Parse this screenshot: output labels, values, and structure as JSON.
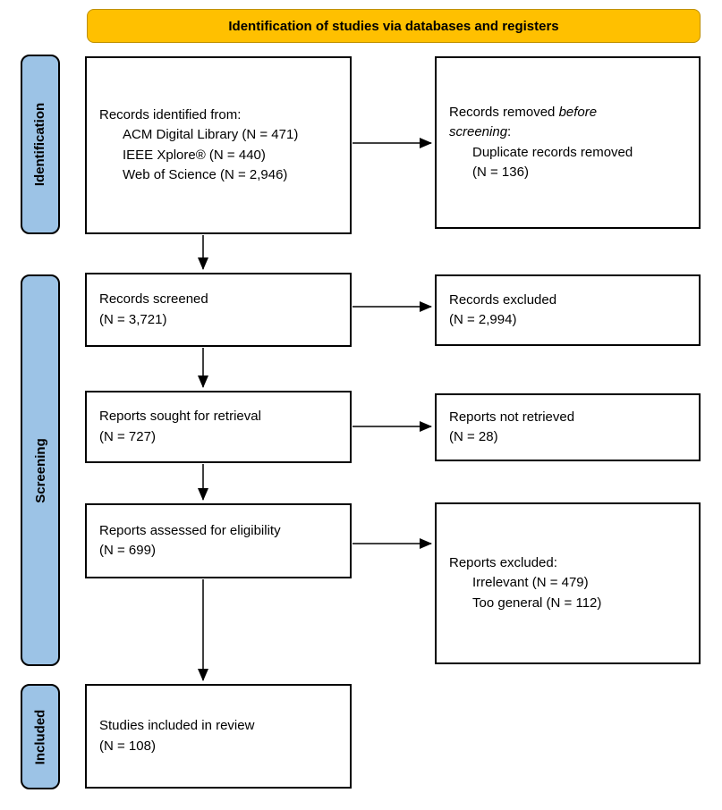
{
  "banner": {
    "label": "Identification of studies via databases and registers"
  },
  "colors": {
    "banner_bg": "#FFC000",
    "banner_border": "#BF9000",
    "stage_bg": "#9CC3E6",
    "box_border": "#000000",
    "background": "#FFFFFF"
  },
  "sidebar": {
    "identification": "Identification",
    "screening": "Screening",
    "included": "Included"
  },
  "boxes": {
    "identified": {
      "title": "Records identified from:",
      "items": [
        "ACM Digital Library (N = 471)",
        "IEEE Xplore® (N = 440)",
        "Web of Science (N = 2,946)"
      ]
    },
    "removed": {
      "line1_normal": "Records removed ",
      "line1_italic": "before",
      "line2_italic": "screening",
      "line2_normal": ":",
      "items": [
        "Duplicate records removed",
        "(N = 136)"
      ]
    },
    "screened": {
      "line1": "Records screened",
      "line2": "(N = 3,721)"
    },
    "records_excluded": {
      "line1": "Records excluded",
      "line2": "(N = 2,994)"
    },
    "sought": {
      "line1": "Reports sought for retrieval",
      "line2": "(N = 727)"
    },
    "not_retrieved": {
      "line1": "Reports not retrieved",
      "line2": "(N = 28)"
    },
    "assessed": {
      "line1": "Reports assessed for eligibility",
      "line2": "(N = 699)"
    },
    "reports_excluded": {
      "title": "Reports excluded:",
      "items": [
        "Irrelevant (N = 479)",
        "Too general (N = 112)"
      ]
    },
    "included": {
      "line1": "Studies included in review",
      "line2": "(N = 108)"
    }
  }
}
